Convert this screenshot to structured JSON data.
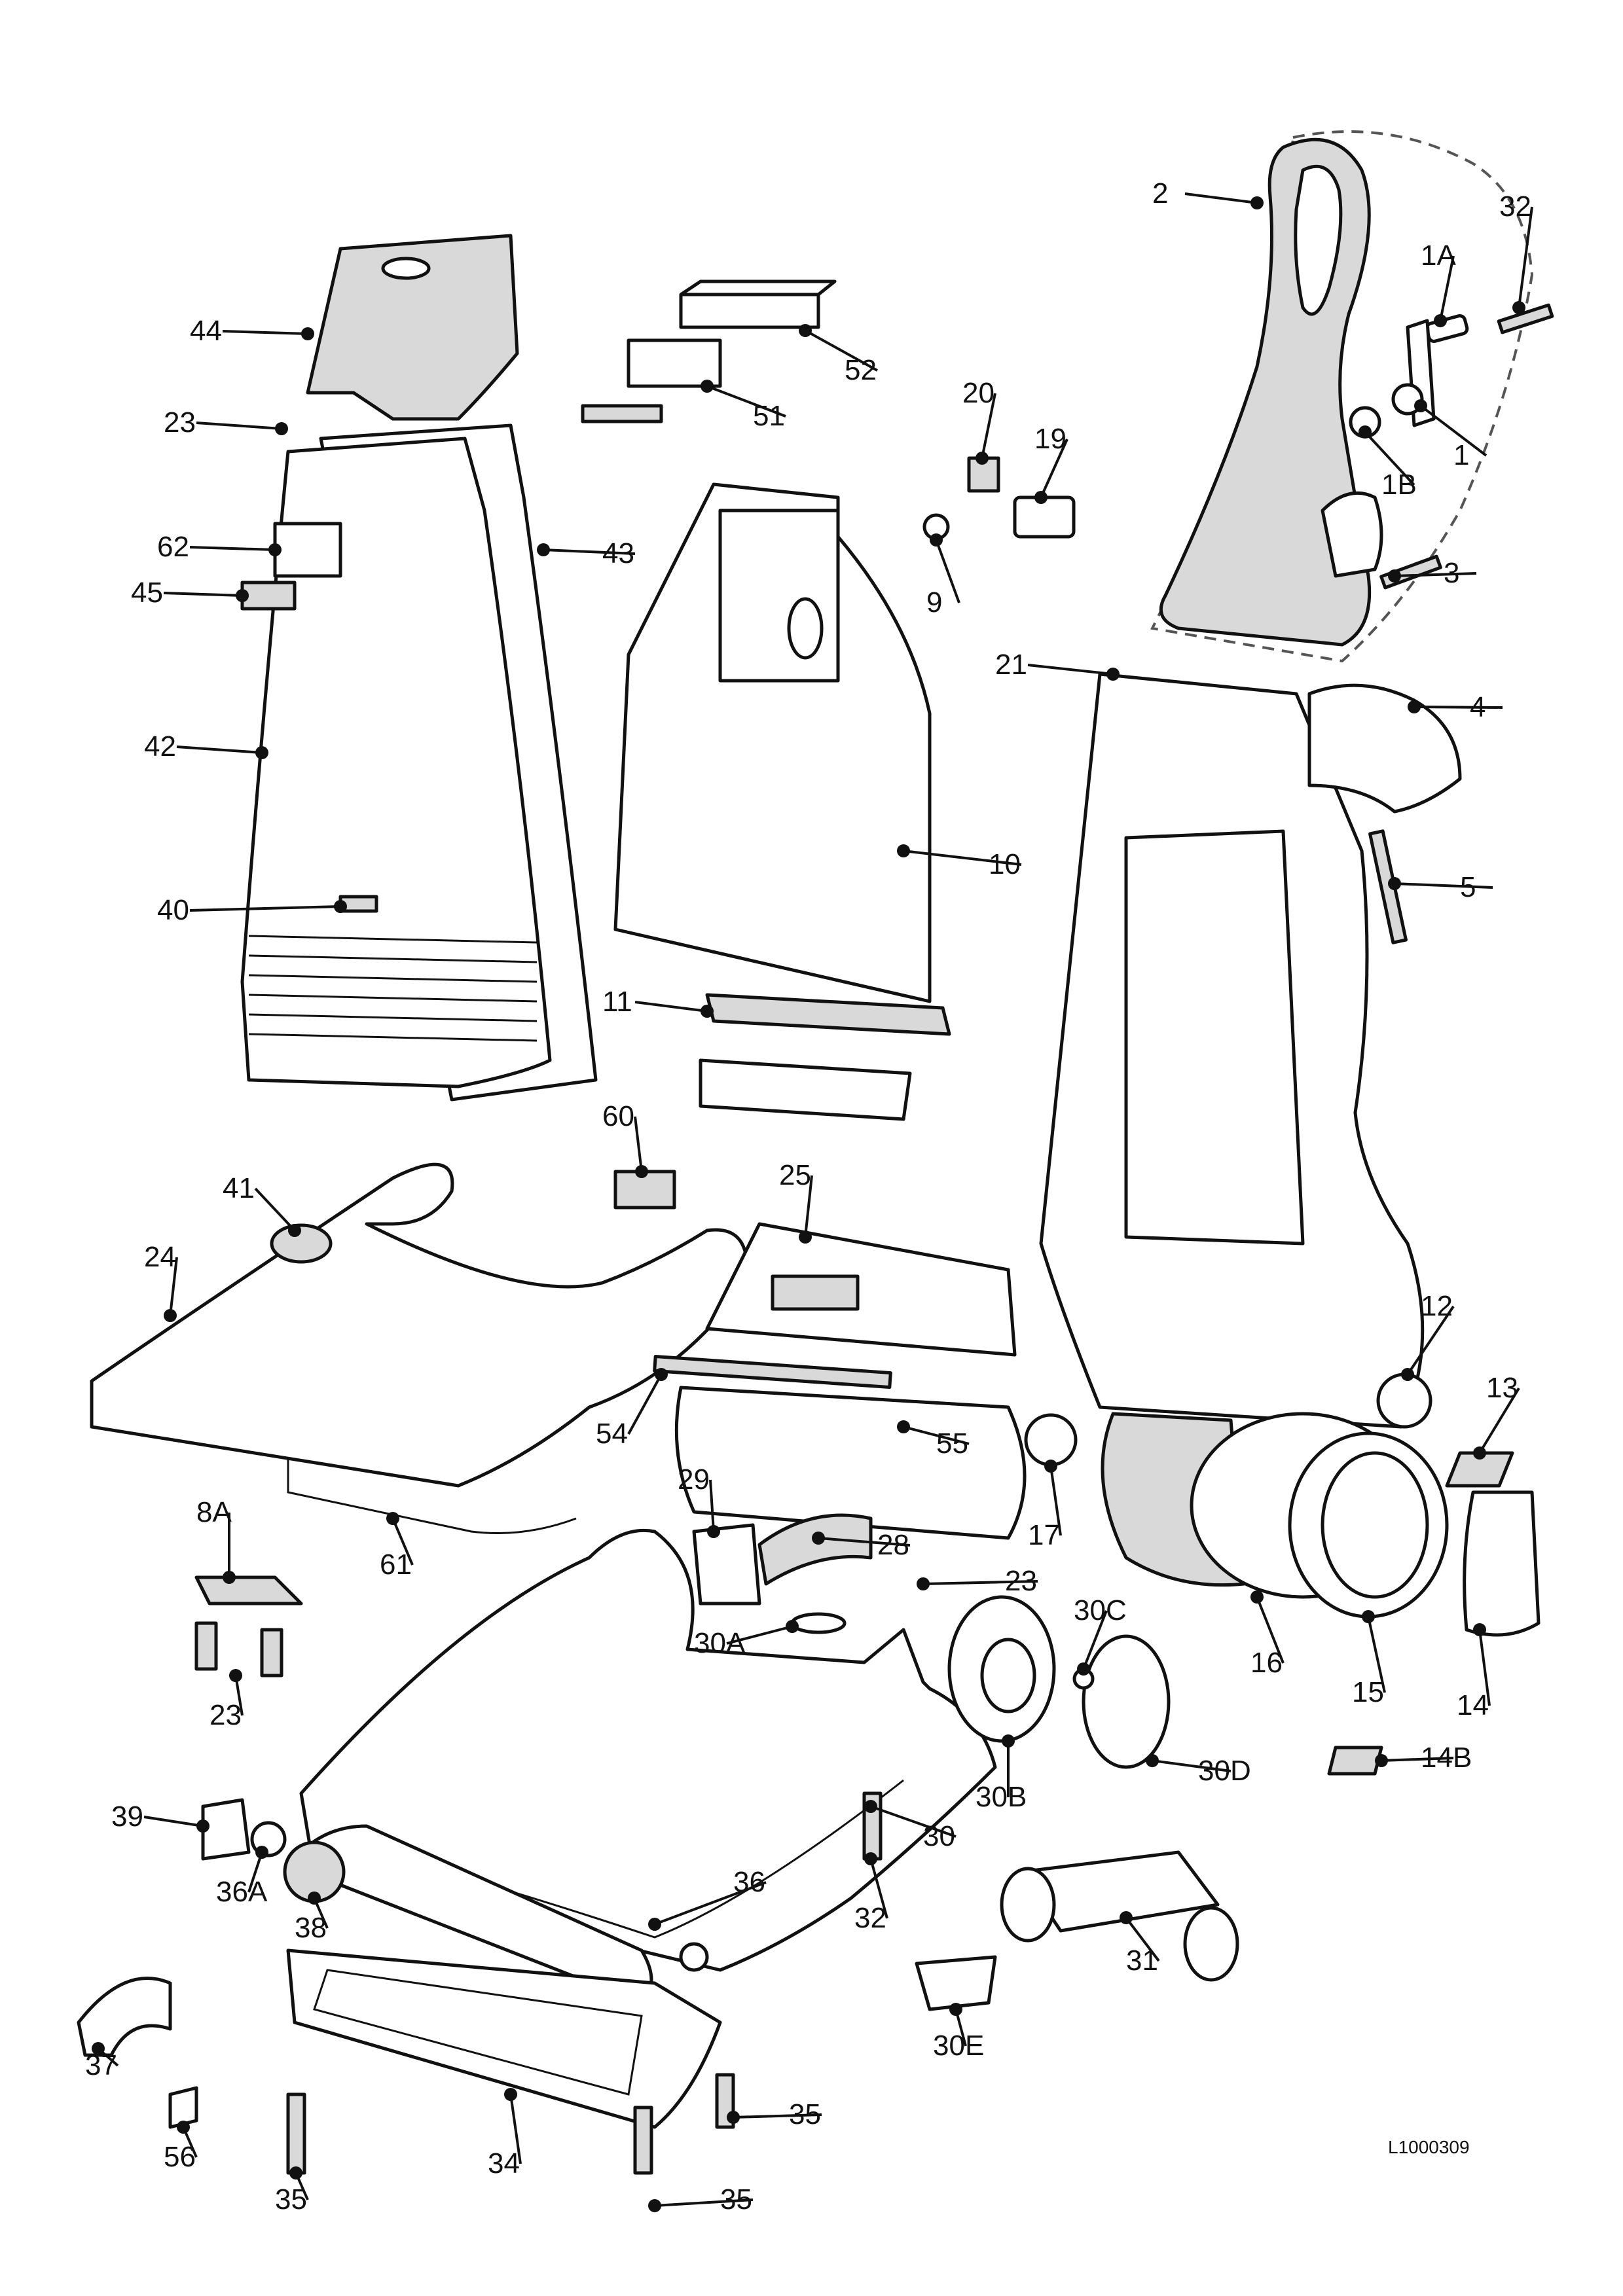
{
  "reference_code": "L1000309",
  "callouts": [
    {
      "id": "c-2",
      "label": "2"
    },
    {
      "id": "c-32a",
      "label": "32"
    },
    {
      "id": "c-1a",
      "label": "1A"
    },
    {
      "id": "c-1",
      "label": "1"
    },
    {
      "id": "c-1b",
      "label": "1B"
    },
    {
      "id": "c-3",
      "label": "3"
    },
    {
      "id": "c-44",
      "label": "44"
    },
    {
      "id": "c-52",
      "label": "52"
    },
    {
      "id": "c-51",
      "label": "51"
    },
    {
      "id": "c-23a",
      "label": "23"
    },
    {
      "id": "c-20",
      "label": "20"
    },
    {
      "id": "c-19",
      "label": "19"
    },
    {
      "id": "c-9",
      "label": "9"
    },
    {
      "id": "c-62",
      "label": "62"
    },
    {
      "id": "c-43",
      "label": "43"
    },
    {
      "id": "c-45",
      "label": "45"
    },
    {
      "id": "c-21",
      "label": "21"
    },
    {
      "id": "c-4",
      "label": "4"
    },
    {
      "id": "c-42",
      "label": "42"
    },
    {
      "id": "c-10",
      "label": "10"
    },
    {
      "id": "c-5",
      "label": "5"
    },
    {
      "id": "c-40",
      "label": "40"
    },
    {
      "id": "c-11",
      "label": "11"
    },
    {
      "id": "c-60",
      "label": "60"
    },
    {
      "id": "c-41",
      "label": "41"
    },
    {
      "id": "c-25",
      "label": "25"
    },
    {
      "id": "c-24",
      "label": "24"
    },
    {
      "id": "c-12",
      "label": "12"
    },
    {
      "id": "c-13",
      "label": "13"
    },
    {
      "id": "c-54",
      "label": "54"
    },
    {
      "id": "c-55",
      "label": "55"
    },
    {
      "id": "c-8a",
      "label": "8A"
    },
    {
      "id": "c-29",
      "label": "29"
    },
    {
      "id": "c-28",
      "label": "28"
    },
    {
      "id": "c-17",
      "label": "17"
    },
    {
      "id": "c-61",
      "label": "61"
    },
    {
      "id": "c-23b",
      "label": "23"
    },
    {
      "id": "c-30c",
      "label": "30C"
    },
    {
      "id": "c-30a",
      "label": "30A"
    },
    {
      "id": "c-23c",
      "label": "23"
    },
    {
      "id": "c-16",
      "label": "16"
    },
    {
      "id": "c-15",
      "label": "15"
    },
    {
      "id": "c-14",
      "label": "14"
    },
    {
      "id": "c-14b",
      "label": "14B"
    },
    {
      "id": "c-30b",
      "label": "30B"
    },
    {
      "id": "c-30d",
      "label": "30D"
    },
    {
      "id": "c-39",
      "label": "39"
    },
    {
      "id": "c-30",
      "label": "30"
    },
    {
      "id": "c-36a",
      "label": "36A"
    },
    {
      "id": "c-38",
      "label": "38"
    },
    {
      "id": "c-36",
      "label": "36"
    },
    {
      "id": "c-32b",
      "label": "32"
    },
    {
      "id": "c-31",
      "label": "31"
    },
    {
      "id": "c-37",
      "label": "37"
    },
    {
      "id": "c-56",
      "label": "56"
    },
    {
      "id": "c-30e",
      "label": "30E"
    },
    {
      "id": "c-35a",
      "label": "35"
    },
    {
      "id": "c-34",
      "label": "34"
    },
    {
      "id": "c-35b",
      "label": "35"
    },
    {
      "id": "c-35c",
      "label": "35"
    }
  ]
}
